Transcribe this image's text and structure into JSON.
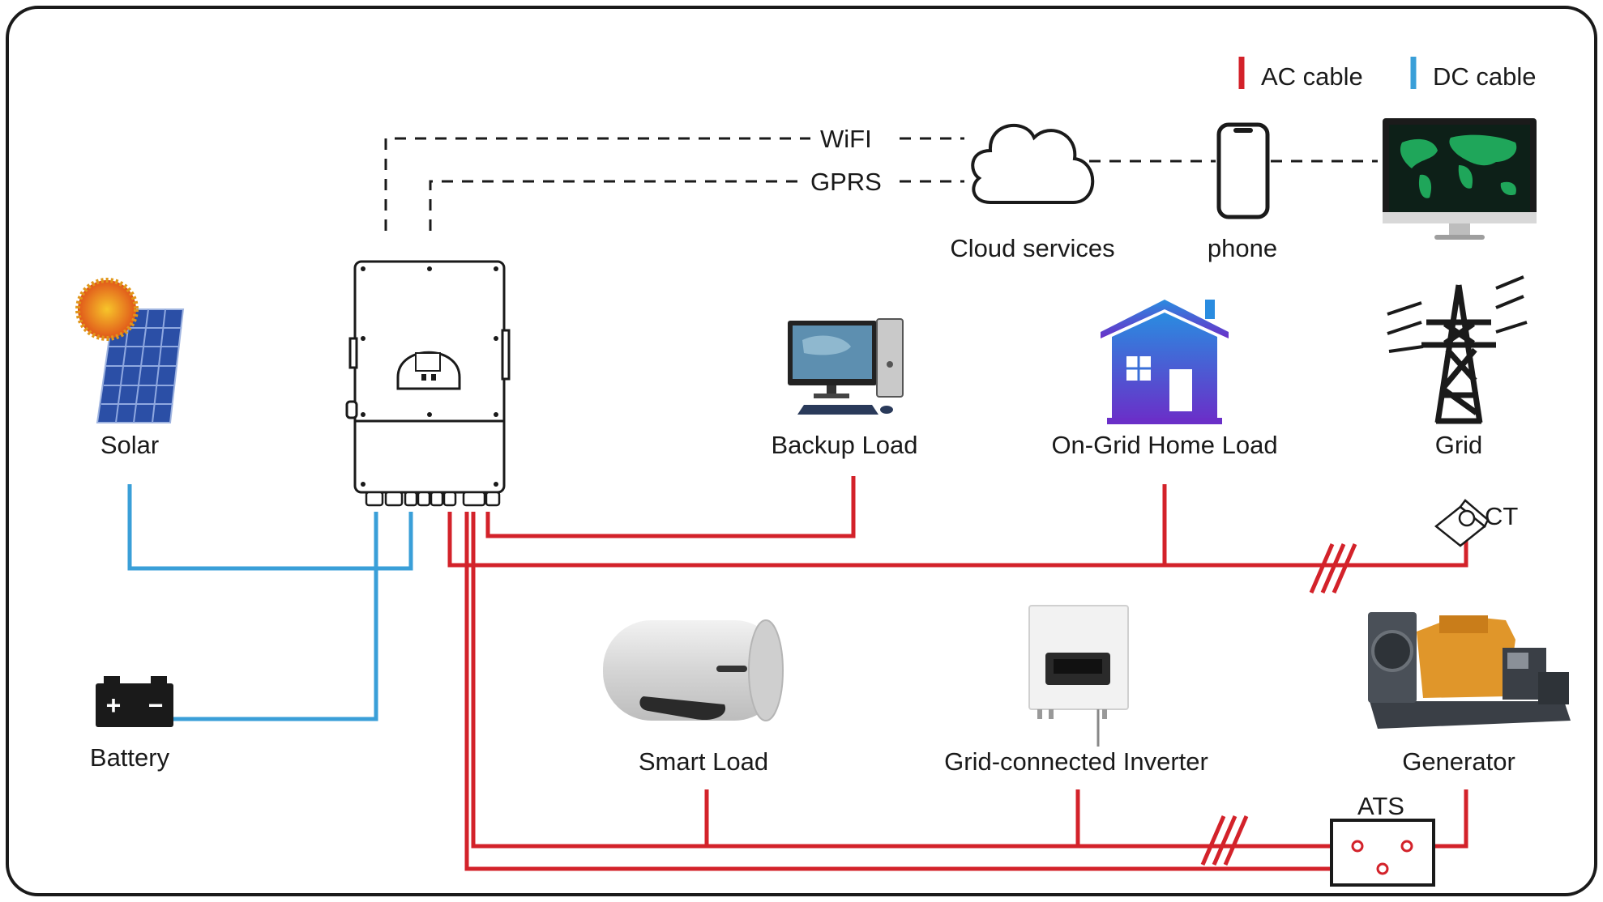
{
  "legend": {
    "ac_label": "AC cable",
    "dc_label": "DC cable",
    "ac_color": "#d3222a",
    "dc_color": "#3a9fd8"
  },
  "links": {
    "wifi": "WiFI",
    "gprs": "GPRS"
  },
  "nodes": {
    "cloud": "Cloud services",
    "phone": "phone",
    "solar": "Solar",
    "backup_load": "Backup Load",
    "on_grid_home_load": "On-Grid Home Load",
    "grid": "Grid",
    "ct": "CT",
    "battery": "Battery",
    "smart_load": "Smart Load",
    "grid_inverter": "Grid-connected Inverter",
    "generator": "Generator",
    "ats": "ATS"
  },
  "battery_symbols": {
    "plus": "+",
    "minus": "−"
  },
  "colors": {
    "frame": "#1a1a1a",
    "house_top": "#2a8ce0",
    "house_bottom": "#6a2fc8",
    "generator_engine": "#e0962a",
    "monitor_map": "#1fa65a"
  }
}
